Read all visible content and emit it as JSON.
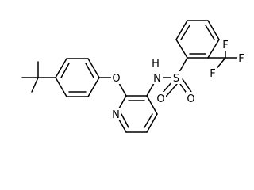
{
  "diagram": {
    "type": "chemical-structure",
    "atom_labels": {
      "oxygen_ether": "O",
      "amine_n": "N",
      "amine_h": "H",
      "sulfur": "S",
      "sulfonyl_o_left": "O",
      "sulfonyl_o_right": "O",
      "pyridine_n": "N",
      "fluorine_1": "F",
      "fluorine_2": "F",
      "fluorine_3": "F"
    }
  }
}
